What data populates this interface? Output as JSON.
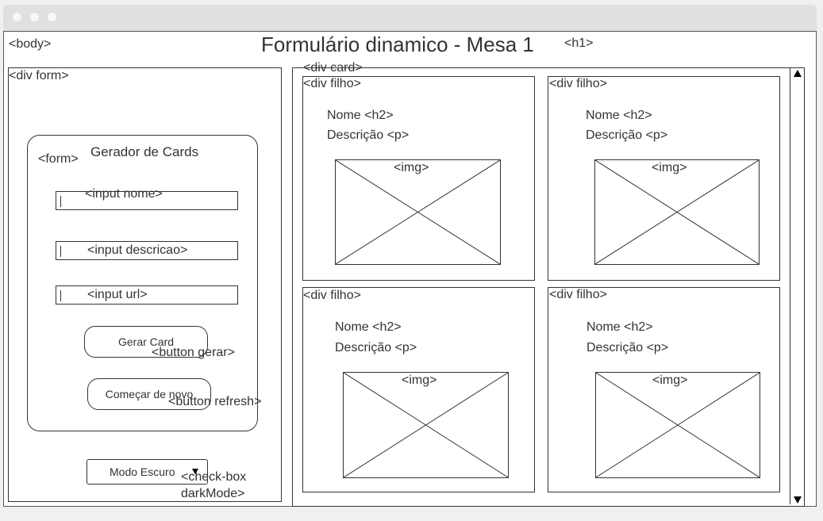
{
  "window": {
    "traffic_lights": [
      "close-dot",
      "minimize-dot",
      "zoom-dot"
    ]
  },
  "body_label": "<body>",
  "page_title": "Formulário dinamico - Mesa 1",
  "h1_tag": "<h1>",
  "form_panel": {
    "label": "<div form>",
    "form_tag": "<form>",
    "form_title": "Gerador de Cards",
    "inputs": [
      {
        "placeholder": "<input nome>"
      },
      {
        "placeholder": "<input descricao>"
      },
      {
        "placeholder": "<input url>"
      }
    ],
    "gerar_button": {
      "label": "Gerar Card",
      "tag": "<button gerar>"
    },
    "refresh_button": {
      "label": "Começar de novo",
      "tag": "<button refresh>"
    },
    "dark_mode": {
      "label": "Modo Escuro",
      "tag_line1": "<check-box",
      "tag_line2": "darkMode>"
    }
  },
  "card_panel": {
    "label": "<div card>",
    "cards": [
      {
        "label": "<div filho>",
        "name": "Nome <h2>",
        "desc": "Descrição <p>",
        "img": "<img>"
      },
      {
        "label": "<div filho>",
        "name": "Nome <h2>",
        "desc": "Descrição <p>",
        "img": "<img>"
      },
      {
        "label": "<div filho>",
        "name": "Nome <h2>",
        "desc": "Descrição <p>",
        "img": "<img>"
      },
      {
        "label": "<div filho>",
        "name": "Nome <h2>",
        "desc": "Descrição <p>",
        "img": "<img>"
      }
    ]
  },
  "colors": {
    "frame": "#555555",
    "stroke": "#333333",
    "titlebar": "#e0e0e0"
  },
  "icons": [
    "scroll-up-arrow-icon",
    "scroll-down-arrow-icon",
    "dropdown-triangle-icon"
  ]
}
